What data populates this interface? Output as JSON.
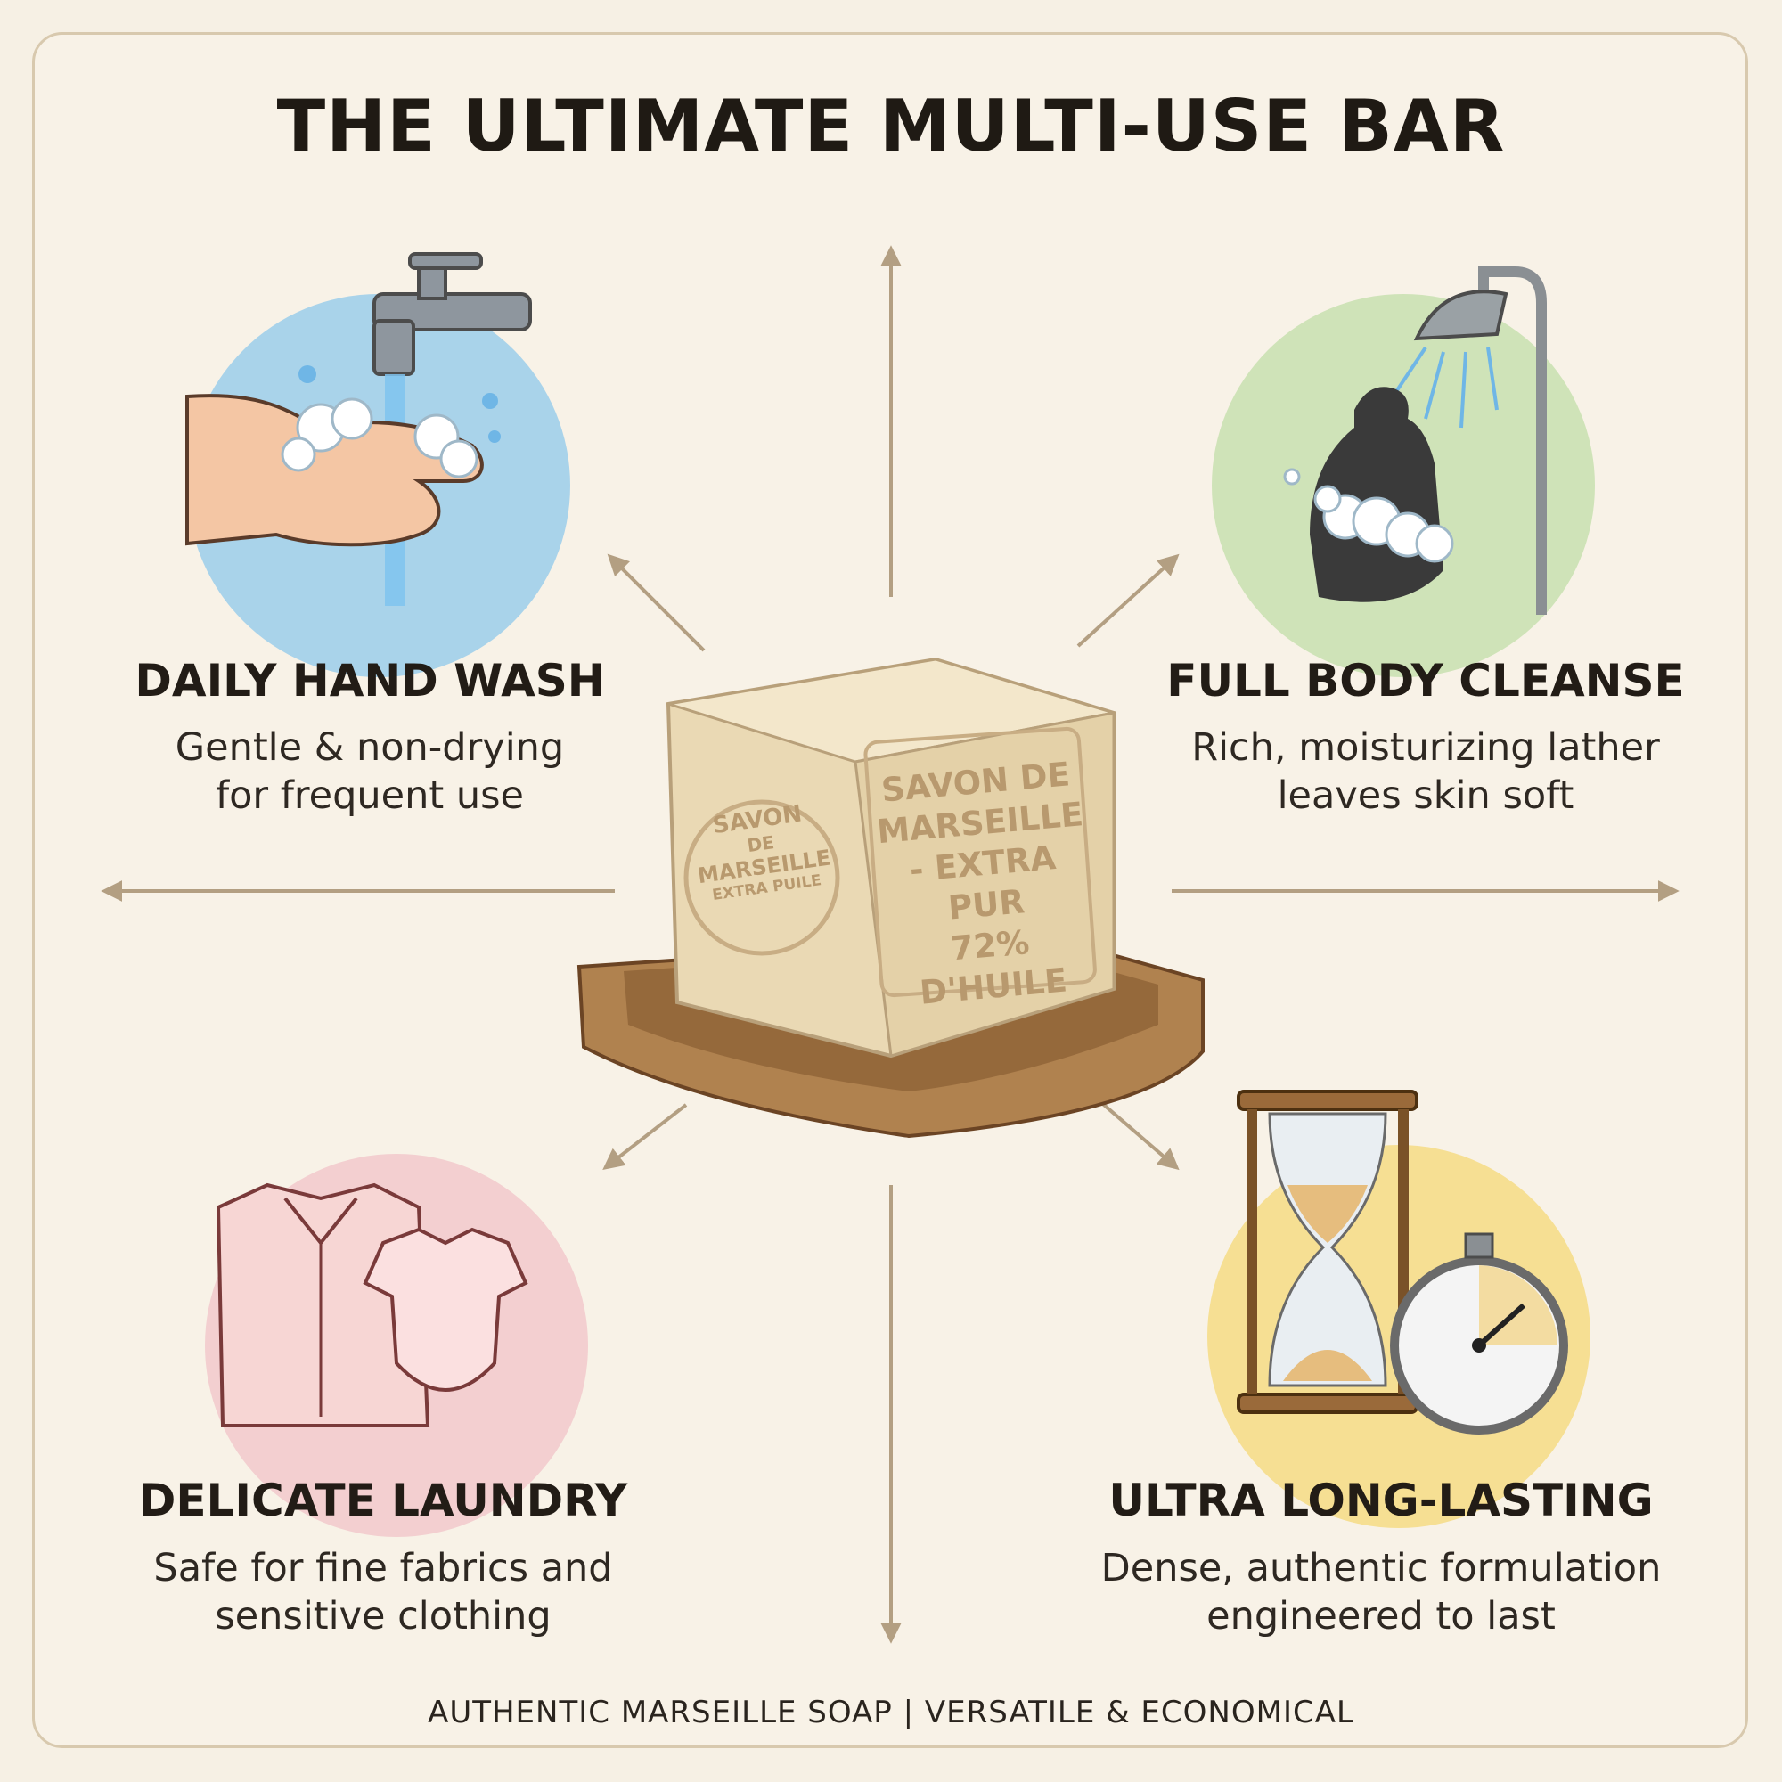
{
  "title": "THE ULTIMATE MULTI-USE BAR",
  "features": [
    {
      "name": "hand-wash",
      "title": "DAILY HAND WASH",
      "desc_line1": "Gentle & non-drying",
      "desc_line2": "for frequent use",
      "icon": "hands-under-faucet-icon",
      "circle_color": "#a9d3ea"
    },
    {
      "name": "body-cleanse",
      "title": "FULL BODY CLEANSE",
      "desc_line1": "Rich, moisturizing lather",
      "desc_line2": "leaves skin soft",
      "icon": "shower-person-icon",
      "circle_color": "#cfe3b8"
    },
    {
      "name": "laundry",
      "title": "DELICATE LAUNDRY",
      "desc_line1": "Safe for fine fabrics and",
      "desc_line2": "sensitive clothing",
      "icon": "shirt-onesie-icon",
      "circle_color": "#f3cfd0"
    },
    {
      "name": "long-lasting",
      "title": "ULTRA LONG-LASTING",
      "desc_line1": "Dense, authentic formulation",
      "desc_line2": "engineered to last",
      "icon": "hourglass-stopwatch-icon",
      "circle_color": "#f6df93"
    }
  ],
  "soap": {
    "side_stamp_top": "SAVON",
    "side_stamp_mid": "DE",
    "side_stamp_main": "MARSEILLE",
    "side_stamp_bottom": "EXTRA PUILE",
    "front_line1": "SAVON DE",
    "front_line2": "MARSEILLE",
    "front_line3": "- EXTRA PUR",
    "front_line4": "72% D'HUILE"
  },
  "footer": "AUTHENTIC MARSEILLE SOAP | VERSATILE & ECONOMICAL",
  "colors": {
    "background": "#f8f2e7",
    "arrow": "#b39f82",
    "text": "#221c16"
  }
}
